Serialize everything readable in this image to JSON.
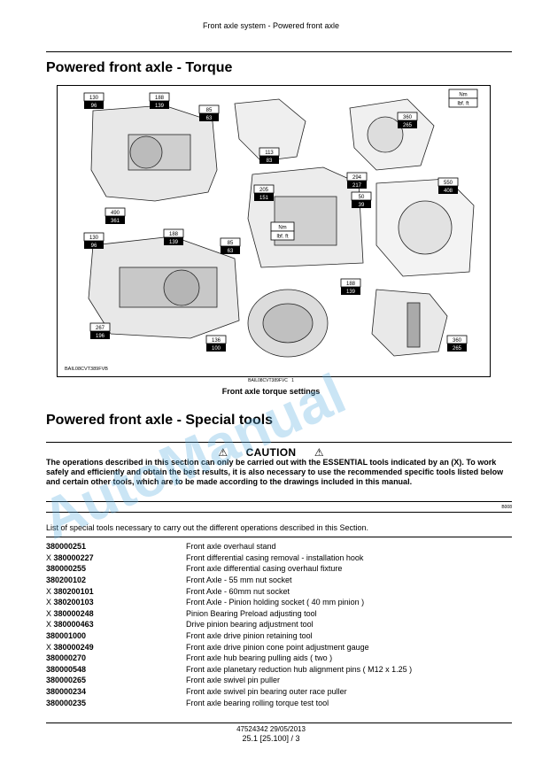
{
  "header": {
    "running_title": "Front axle system - Powered front axle"
  },
  "section1": {
    "title": "Powered front axle - Torque",
    "figure": {
      "torque_labels": [
        {
          "nm": "130",
          "lbft": "96"
        },
        {
          "nm": "188",
          "lbft": "139"
        },
        {
          "nm": "85",
          "lbft": "63"
        },
        {
          "nm": "490",
          "lbft": "361"
        },
        {
          "nm": "113",
          "lbft": "83"
        },
        {
          "nm": "360",
          "lbft": "265"
        },
        {
          "nm": "205",
          "lbft": "151"
        },
        {
          "nm": "294",
          "lbft": "217"
        },
        {
          "nm": "50",
          "lbft": "39"
        },
        {
          "nm": "550",
          "lbft": "408"
        },
        {
          "nm": "130",
          "lbft": "96"
        },
        {
          "nm": "188",
          "lbft": "139"
        },
        {
          "nm": "85",
          "lbft": "63"
        },
        {
          "nm": "267",
          "lbft": "196"
        },
        {
          "nm": "188",
          "lbft": "139"
        },
        {
          "nm": "136",
          "lbft": "100"
        },
        {
          "nm": "360",
          "lbft": "265"
        }
      ],
      "legend_top": {
        "nm": "Nm",
        "lbft": "lbf. ft"
      },
      "legend_mid": {
        "nm": "Nm",
        "lbft": "lbf. ft"
      },
      "image_ref": "BAIL08CVT389FVB",
      "image_ref_center": "BAIL08CVT389FVC",
      "image_number": "1"
    },
    "caption": "Front axle torque settings"
  },
  "section2": {
    "title": "Powered front axle - Special tools",
    "caution": {
      "title": "CAUTION",
      "text": "The operations described in this section can only be carried out with the ESSENTIAL tools indicated by an (X). To work safely and efficiently and obtain the best results, it is also necessary to use the recommended specific tools listed below and certain other tools, which are to be made according to the drawings included in this manual.",
      "ref": "B008"
    },
    "intro": "List of special tools necessary to carry out the different operations described in this Section.",
    "tools": [
      {
        "mark": "",
        "code": "380000251",
        "desc": "Front axle overhaul stand"
      },
      {
        "mark": "X",
        "code": "380000227",
        "desc": "Front differential casing removal - installation hook"
      },
      {
        "mark": "",
        "code": "380000255",
        "desc": "Front axle differential casing overhaul fixture"
      },
      {
        "mark": "",
        "code": "380200102",
        "desc": "Front Axle - 55 mm nut socket"
      },
      {
        "mark": "X",
        "code": "380200101",
        "desc": "Front Axle - 60mm nut socket"
      },
      {
        "mark": "X",
        "code": "380200103",
        "desc": "Front Axle - Pinion holding socket ( 40 mm pinion )"
      },
      {
        "mark": "X",
        "code": "380000248",
        "desc": "Pinion Bearing Preload adjusting tool"
      },
      {
        "mark": "X",
        "code": "380000463",
        "desc": "Drive pinion bearing adjustment tool"
      },
      {
        "mark": "",
        "code": "380001000",
        "desc": "Front axle drive pinion retaining tool"
      },
      {
        "mark": "X",
        "code": "380000249",
        "desc": "Front axle drive pinion cone point adjustment gauge"
      },
      {
        "mark": "",
        "code": "380000270",
        "desc": "Front axle hub bearing pulling aids ( two )"
      },
      {
        "mark": "",
        "code": "380000548",
        "desc": "Front axle planetary reduction hub alignment pins ( M12 x 1.25 )"
      },
      {
        "mark": "",
        "code": "380000265",
        "desc": "Front axle swivel pin puller"
      },
      {
        "mark": "",
        "code": "380000234",
        "desc": "Front axle swivel pin bearing outer race puller"
      },
      {
        "mark": "",
        "code": "380000235",
        "desc": "Front axle bearing rolling torque test tool"
      }
    ]
  },
  "footer": {
    "doc_ref": "47524342 29/05/2013",
    "page": "25.1 [25.100] / 3"
  },
  "watermark": {
    "text": "AutoManual",
    "color": "#5fafe1"
  }
}
